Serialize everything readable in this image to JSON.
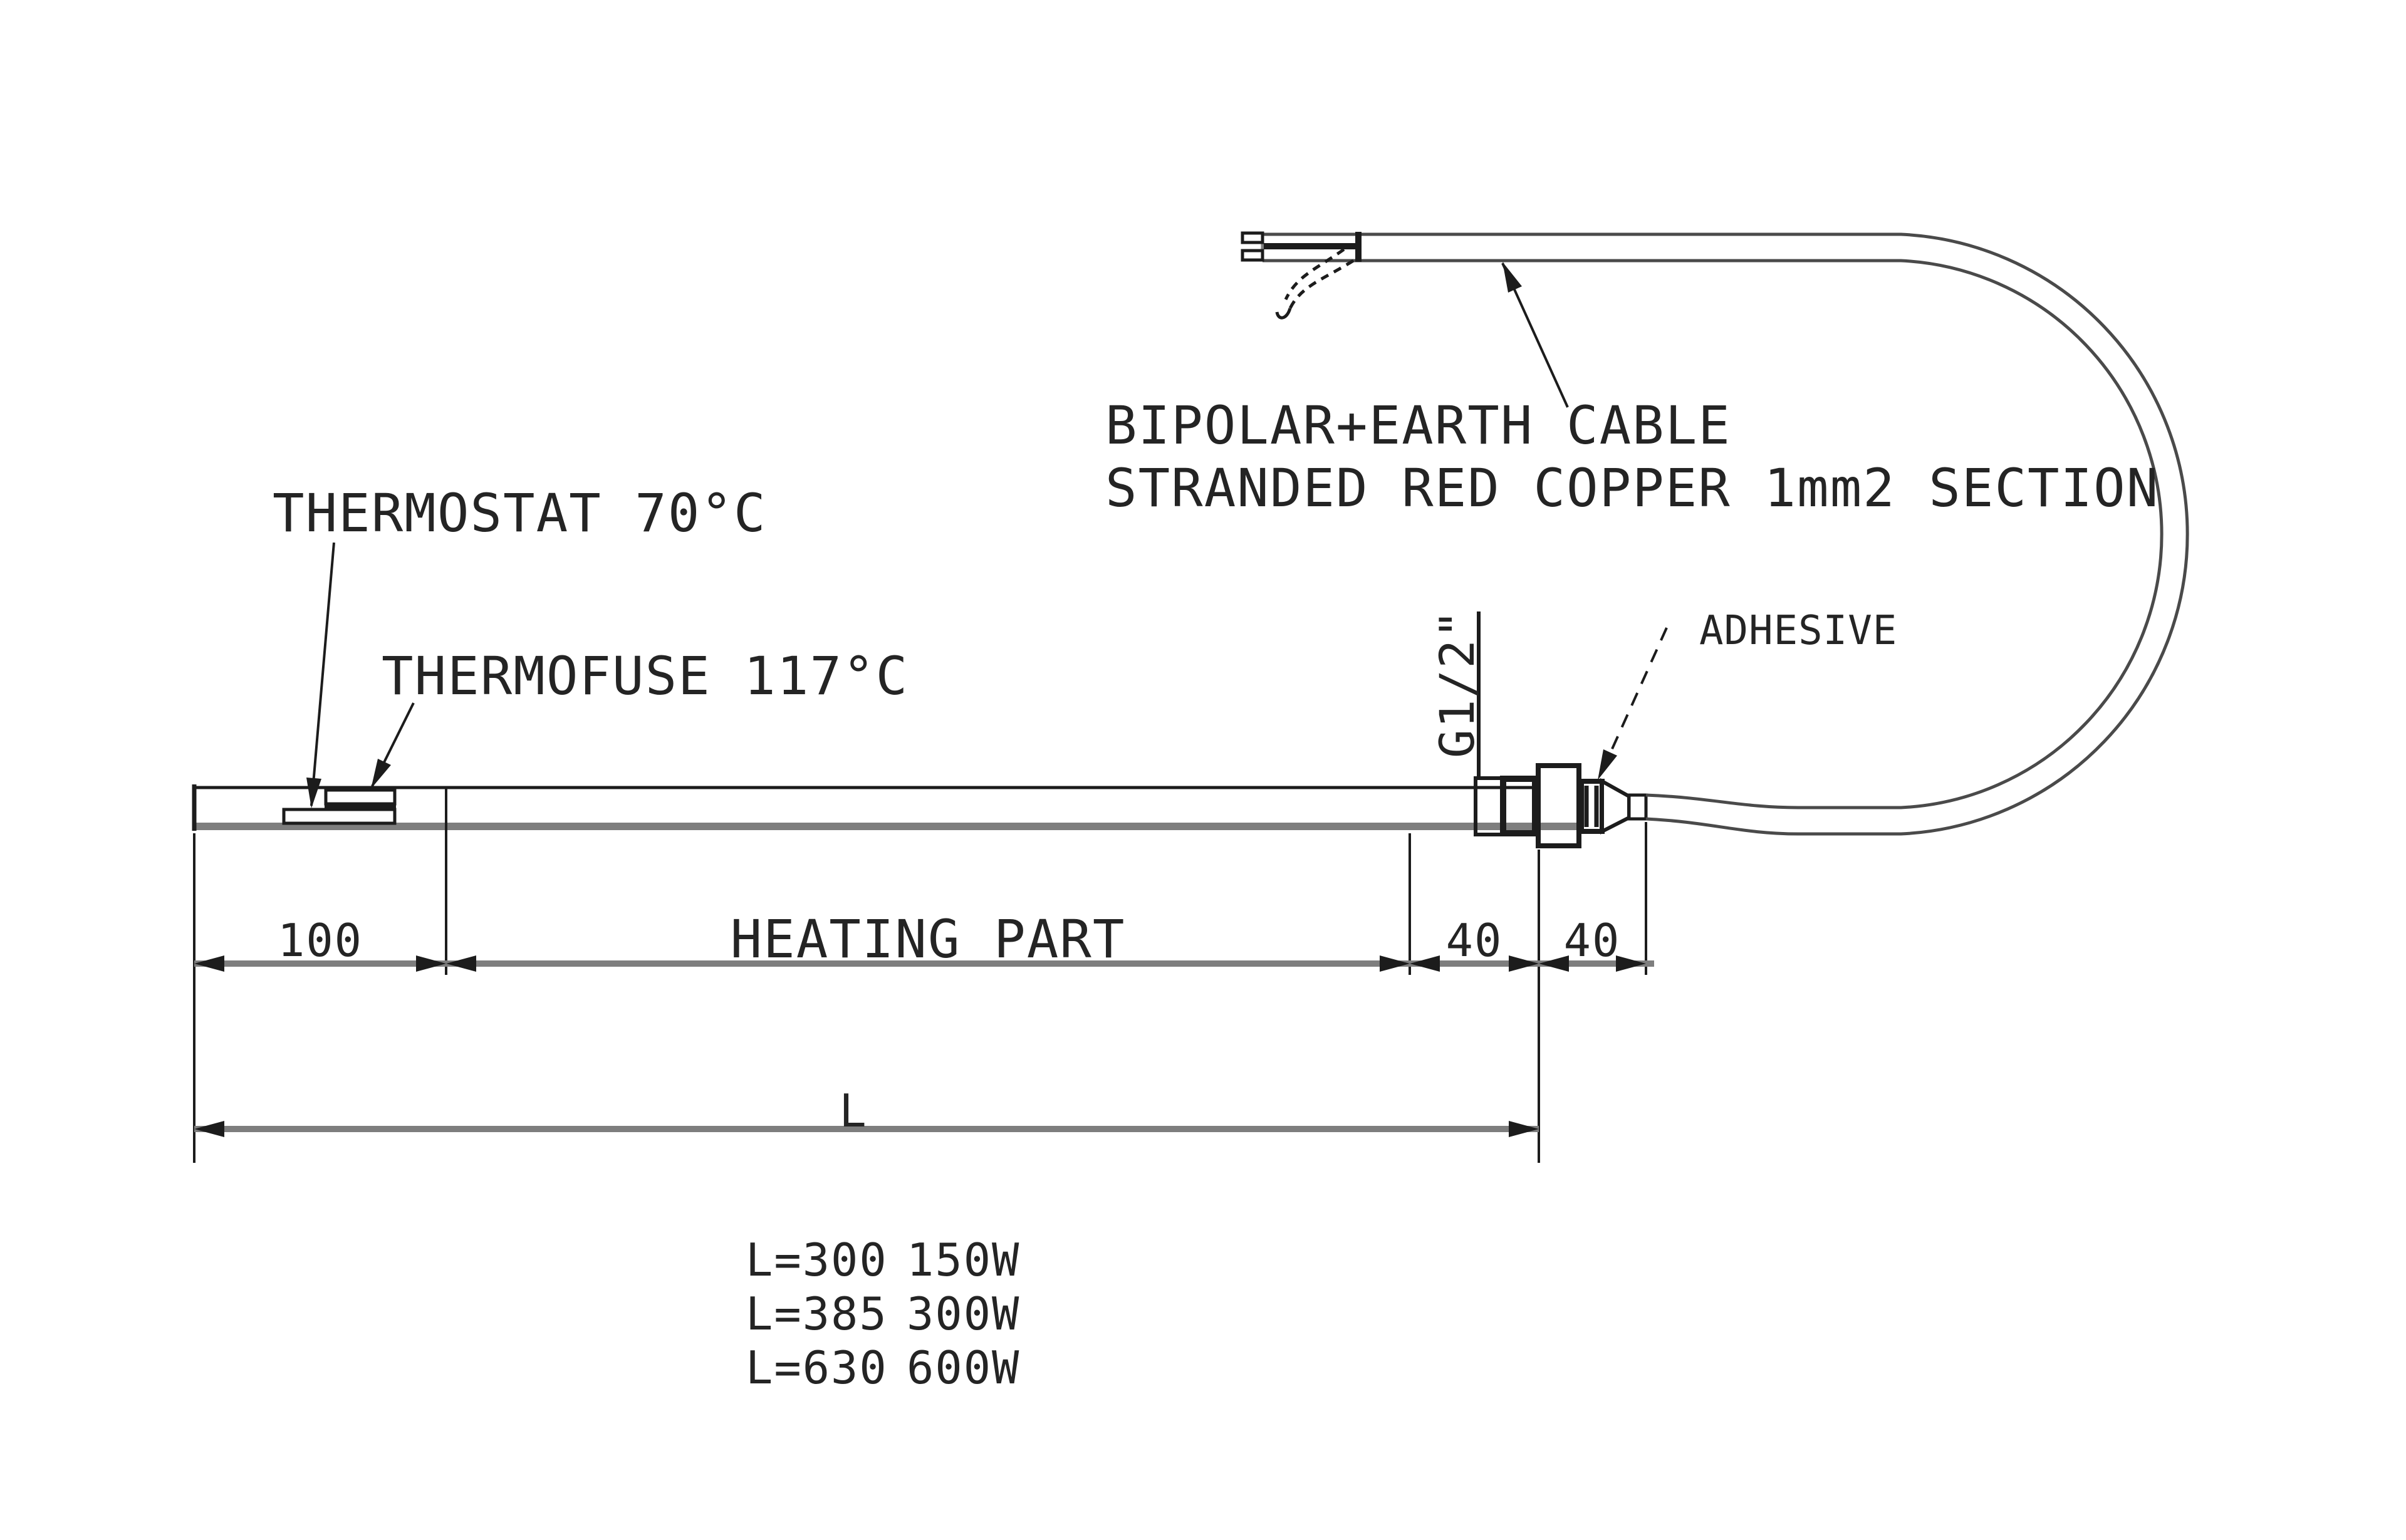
{
  "drawing": {
    "component_labels": {
      "thermostat": "THERMOSTAT 70°C",
      "thermofuse": "THERMOFUSE 117°C",
      "cable_line1": "BIPOLAR+EARTH CABLE",
      "cable_line2": "STRANDED RED COPPER 1mm2 SECTION",
      "adhesive": "ADHESIVE",
      "thread_size": "G1/2\""
    },
    "dimensions": {
      "left_section": "100",
      "heating_section": "HEATING PART",
      "unheated_section": "40",
      "fitting_section": "40",
      "overall_length_symbol": "L"
    },
    "length_power_table": {
      "rows": [
        {
          "length": "L=300",
          "power": "150W"
        },
        {
          "length": "L=385",
          "power": "300W"
        },
        {
          "length": "L=630",
          "power": "600W"
        }
      ]
    },
    "colors": {
      "background": "#ffffff",
      "line": "#1c1c1c",
      "dim_line": "#7e7e7e",
      "text": "#242424"
    }
  }
}
